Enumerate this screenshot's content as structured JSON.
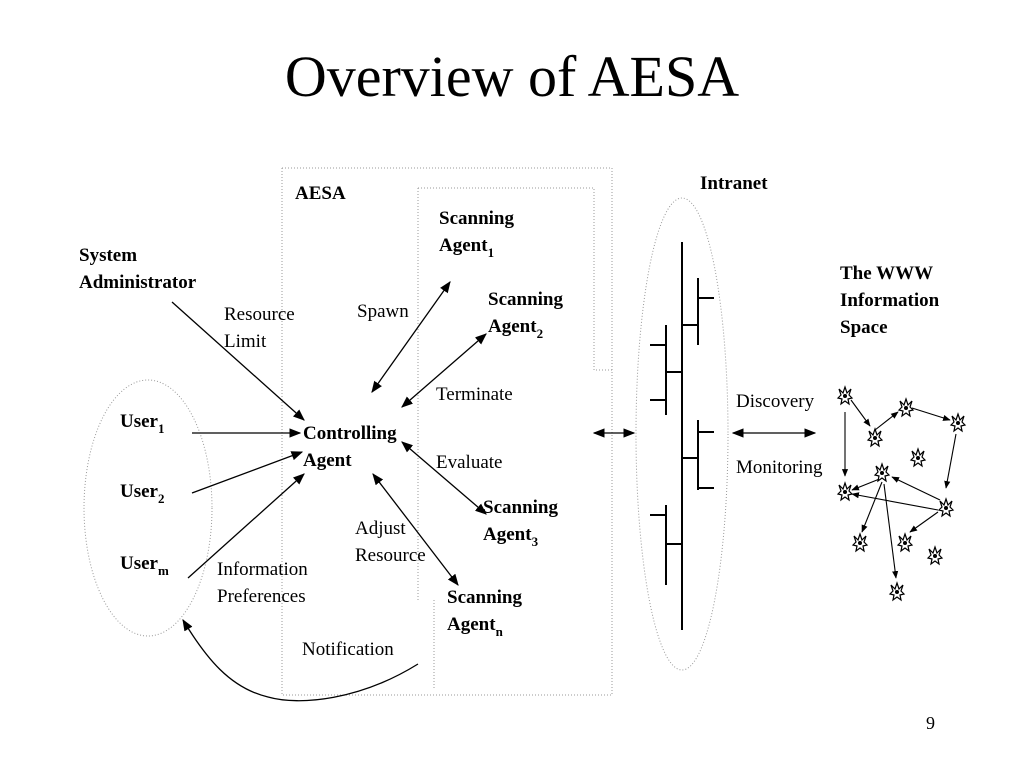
{
  "slide": {
    "title": "Overview of AESA",
    "page_number": "9"
  },
  "boxes": {
    "aesa": "AESA",
    "intranet": "Intranet",
    "www_line1": "The WWW",
    "www_line2": "Information",
    "www_line3": "Space"
  },
  "actors": {
    "admin_line1": "System",
    "admin_line2": "Administrator",
    "users": [
      {
        "name": "User",
        "sub": "1"
      },
      {
        "name": "User",
        "sub": "2"
      },
      {
        "name": "User",
        "sub": "m"
      }
    ],
    "controller_line1": "Controlling",
    "controller_line2": "Agent"
  },
  "agents": [
    {
      "line1": "Scanning",
      "line2": "Agent",
      "sub": "1"
    },
    {
      "line1": "Scanning",
      "line2": "Agent",
      "sub": "2"
    },
    {
      "line1": "Scanning",
      "line2": "Agent",
      "sub": "3"
    },
    {
      "line1": "Scanning",
      "line2": "Agent",
      "sub": "n"
    }
  ],
  "edge_labels": {
    "resource_line1": "Resource",
    "resource_line2": "Limit",
    "spawn": "Spawn",
    "terminate": "Terminate",
    "evaluate": "Evaluate",
    "adjust_line1": "Adjust",
    "adjust_line2": "Resource",
    "info_line1": "Information",
    "info_line2": "Preferences",
    "notification": "Notification",
    "discovery": "Discovery",
    "monitoring": "Monitoring"
  }
}
